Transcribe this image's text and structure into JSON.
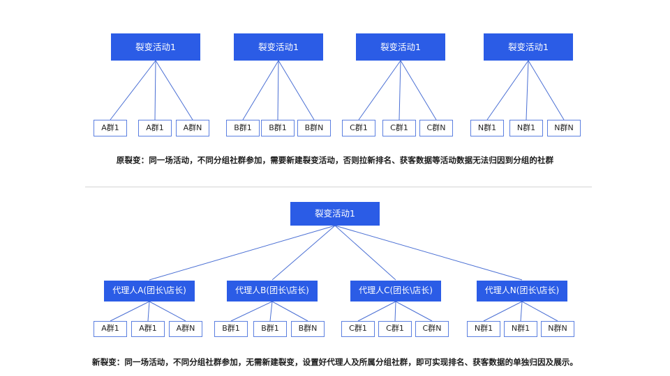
{
  "page": {
    "background_color": "#ffffff",
    "node_fill_color": "#2b5ce6",
    "node_text_color": "#ffffff",
    "leaf_border_color": "#5b7fe0",
    "line_color": "#4a6fd4",
    "divider_color": "#d4d4d4"
  },
  "top_diagram": {
    "name": "old-fission-structure",
    "groups": [
      {
        "root_label": "裂变活动1",
        "leaves": [
          "A群1",
          "A群1",
          "A群N"
        ]
      },
      {
        "root_label": "裂变活动1",
        "leaves": [
          "B群1",
          "B群1",
          "B群N"
        ]
      },
      {
        "root_label": "裂变活动1",
        "leaves": [
          "C群1",
          "C群1",
          "C群N"
        ]
      },
      {
        "root_label": "裂变活动1",
        "leaves": [
          "N群1",
          "N群1",
          "N群N"
        ]
      }
    ],
    "caption": "原裂变：同一场活动，不同分组社群参加，需要新建裂变活动，否则拉新排名、获客数据等活动数据无法归因到分组的社群"
  },
  "bottom_diagram": {
    "name": "new-fission-structure",
    "root_label": "裂变活动1",
    "agents": [
      {
        "label": "代理人A(团长\\店长)",
        "leaves": [
          "A群1",
          "A群1",
          "A群N"
        ]
      },
      {
        "label": "代理人B(团长\\店长)",
        "leaves": [
          "B群1",
          "B群1",
          "B群N"
        ]
      },
      {
        "label": "代理人C(团长\\店长)",
        "leaves": [
          "C群1",
          "C群1",
          "C群N"
        ]
      },
      {
        "label": "代理人N(团长\\店长)",
        "leaves": [
          "N群1",
          "N群1",
          "N群N"
        ]
      }
    ],
    "caption": "新裂变：同一场活动，不同分组社群参加，无需新建裂变，设置好代理人及所属分组社群，即可实现排名、获客数据的单独归因及展示。"
  }
}
